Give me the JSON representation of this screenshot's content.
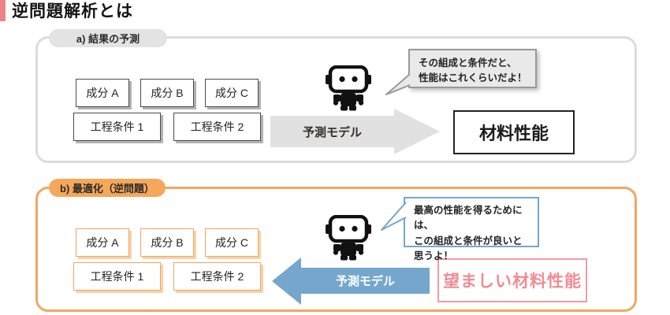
{
  "title": "逆問題解析とは",
  "panel_a": {
    "label": "a) 結果の予測",
    "boxes": {
      "component_a": "成分 A",
      "component_b": "成分 B",
      "component_c": "成分 C",
      "process_1": "工程条件 1",
      "process_2": "工程条件 2"
    },
    "arrow_label": "予測モデル",
    "speech_line1": "その組成と条件だと、",
    "speech_line2": "性能はこれくらいだよ！",
    "result": "材料性能"
  },
  "panel_b": {
    "label": "b) 最適化（逆問題）",
    "boxes": {
      "component_a": "成分 A",
      "component_b": "成分 B",
      "component_c": "成分 C",
      "process_1": "工程条件 1",
      "process_2": "工程条件 2"
    },
    "arrow_label": "予測モデル",
    "speech_line1": "最高の性能を得るためには、",
    "speech_line2": "この組成と条件が良いと",
    "speech_line3": "思うよ！",
    "result": "望ましい材料性能"
  },
  "colors": {
    "accent_bar": "#eb838b",
    "panel_a_border": "#dcdcdc",
    "panel_b_border": "#f2a661",
    "pill_a_bg": "#e3e3e3",
    "pill_b_bg": "#f5a75b",
    "arrow_a_fill": "#e1e1e1",
    "arrow_b_fill": "#74a7cb",
    "result_b_pink": "#f28b93"
  }
}
